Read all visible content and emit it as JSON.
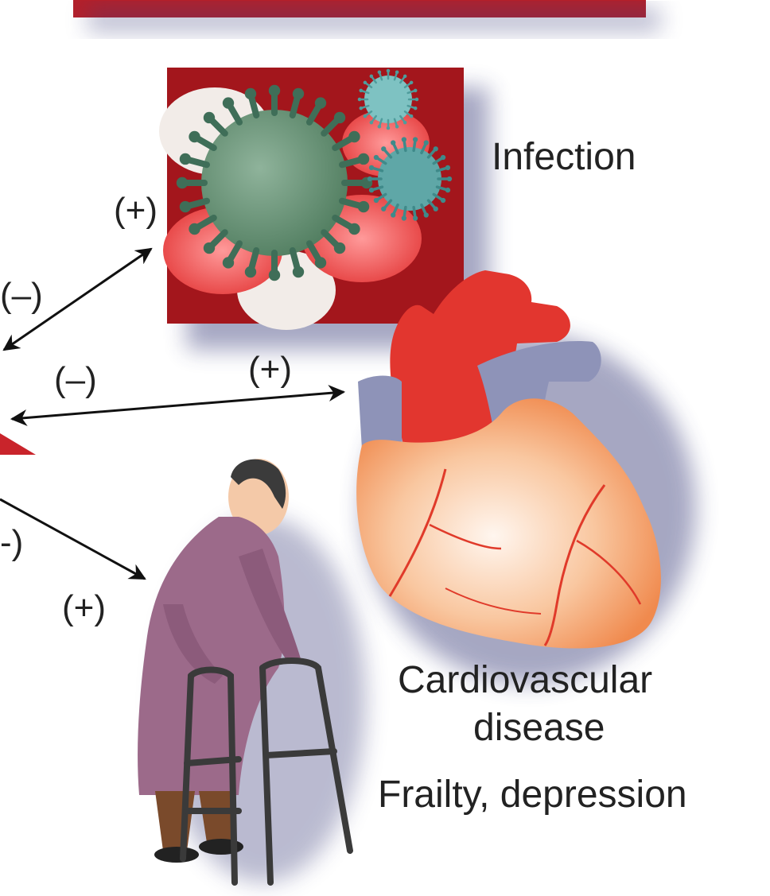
{
  "labels": {
    "infection": "Infection",
    "cardiovascular_line1": "Cardiovascular",
    "cardiovascular_line2": "disease",
    "frailty": "Frailty, depression"
  },
  "signs": {
    "infection_plus": "(+)",
    "infection_minus": "(–)",
    "heart_minus": "(–)",
    "heart_plus": "(+)",
    "frailty_minus_partial": "-)",
    "frailty_plus": "(+)"
  },
  "colors": {
    "banner": "#b4202a",
    "virus_panel_bg": "#a3161c",
    "virus_green": "#5f8a6e",
    "virus_teal": "#4f9c9c",
    "heart_red": "#e2362f",
    "heart_orange": "#f4955f",
    "vessel_blue": "#8e93b8",
    "coat_purple": "#9c6a8a",
    "walker_gray": "#3a3a3a",
    "skin": "#f4c9a8"
  },
  "icons": [
    "virus-icon",
    "heart-icon",
    "elderly-person-with-walker-icon"
  ]
}
